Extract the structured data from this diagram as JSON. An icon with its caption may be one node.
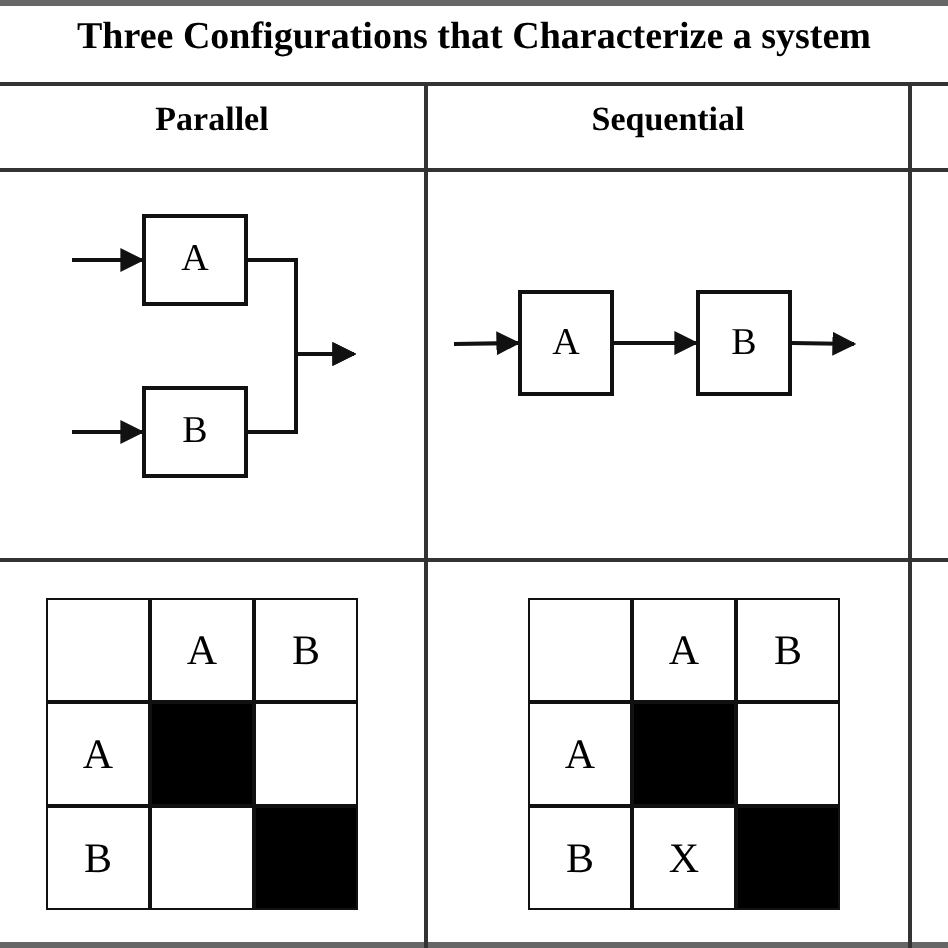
{
  "diagram": {
    "title": "Three Configurations that Characterize a system",
    "nodes": [
      {
        "text": [
          "A"
        ]
      },
      {
        "text": [
          "B"
        ]
      },
      {
        "text": [
          "A"
        ]
      },
      {
        "text": [
          "B"
        ]
      }
    ],
    "edges": [
      {
        "from": null,
        "to": 0,
        "arrow": "to"
      },
      {
        "from": null,
        "to": 1,
        "arrow": "to"
      },
      {
        "from": 0,
        "to": null,
        "arrow": "to"
      },
      {
        "from": 1,
        "to": null,
        "arrow": "to"
      },
      {
        "from": null,
        "to": 2,
        "arrow": "to"
      },
      {
        "from": 2,
        "to": 3,
        "arrow": "to"
      },
      {
        "from": 3,
        "to": null,
        "arrow": "to"
      }
    ],
    "labels": [
      "Parallel",
      "Sequential",
      "A",
      "B",
      "A",
      "B",
      "A",
      "B",
      "A",
      "B",
      "X"
    ]
  }
}
